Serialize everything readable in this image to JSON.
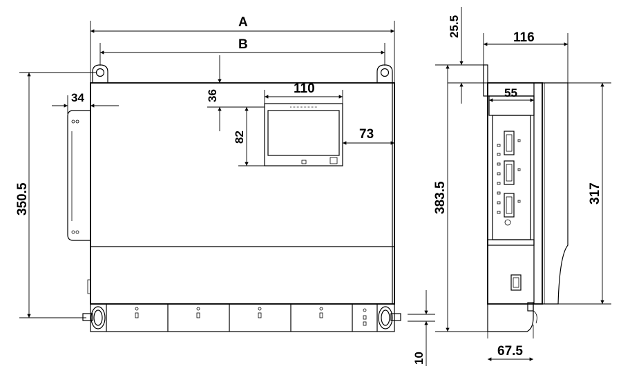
{
  "dimensions": {
    "overall_width": "A",
    "hole_spacing": "B",
    "height_left": "350.5",
    "bracket_width": "34",
    "display_top": "36",
    "display_width": "110",
    "display_height": "82",
    "display_right": "73",
    "height_side": "383.5",
    "top_offset": "25.5",
    "side_depth": "116",
    "panel_depth": "55",
    "side_inner_height": "317",
    "bottom_offset": "10",
    "bottom_depth": "67.5"
  }
}
